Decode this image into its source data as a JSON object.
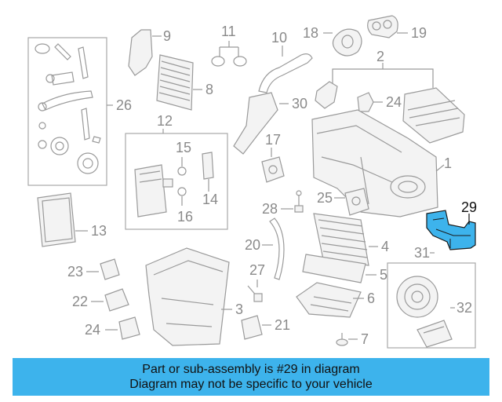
{
  "banner": {
    "line1": "Part or sub-assembly is #29 in diagram",
    "line2": "Diagram may not be specific to your vehicle"
  },
  "highlight_color": "#3db3ec",
  "labels": {
    "n1": "1",
    "n2": "2",
    "n3": "3",
    "n4": "4",
    "n5": "5",
    "n6": "6",
    "n7": "7",
    "n8": "8",
    "n9": "9",
    "n10": "10",
    "n11": "11",
    "n12": "12",
    "n13": "13",
    "n14": "14",
    "n15": "15",
    "n16": "16",
    "n17": "17",
    "n18": "18",
    "n19": "19",
    "n20": "20",
    "n21": "21",
    "n22": "22",
    "n23": "23",
    "n24a": "24",
    "n24b": "24",
    "n25": "25",
    "n26": "26",
    "n27": "27",
    "n28": "28",
    "n29": "29",
    "n30": "30",
    "n31": "31",
    "n32": "32"
  }
}
